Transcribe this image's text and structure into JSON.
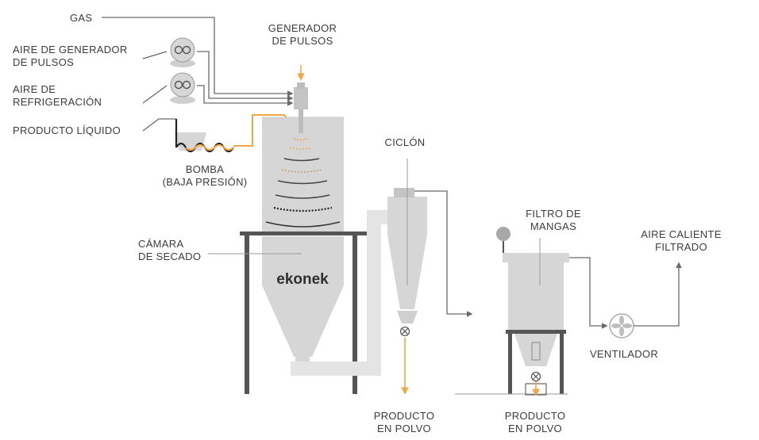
{
  "labels": {
    "gas": "GAS",
    "pulse_air": [
      "AIRE DE GENERADOR",
      "DE PULSOS"
    ],
    "cooling_air": [
      "AIRE DE",
      "REFRIGERACIÓN"
    ],
    "liquid_product": "PRODUCTO LÍQUIDO",
    "pump": [
      "BOMBA",
      "(BAJA PRESIÓN)"
    ],
    "drying_chamber": [
      "CÁMARA",
      "DE SECADO"
    ],
    "pulse_generator": [
      "GENERADOR",
      "DE PULSOS"
    ],
    "cyclone": "CICLÓN",
    "bag_filter": [
      "FILTRO DE",
      "MANGAS"
    ],
    "hot_air": [
      "AIRE CALIENTE",
      "FILTRADO"
    ],
    "fan": "VENTILADOR",
    "powder_1": [
      "PRODUCTO",
      "EN POLVO"
    ],
    "powder_2": [
      "PRODUCTO",
      "EN POLVO"
    ]
  },
  "logo": "ekonek",
  "colors": {
    "equipment": "#d6d6d6",
    "equipment_light": "#e4e4e4",
    "structure": "#555555",
    "line": "#6a6a6a",
    "product_flow": "#f0a646",
    "text": "#3c3c3c"
  }
}
